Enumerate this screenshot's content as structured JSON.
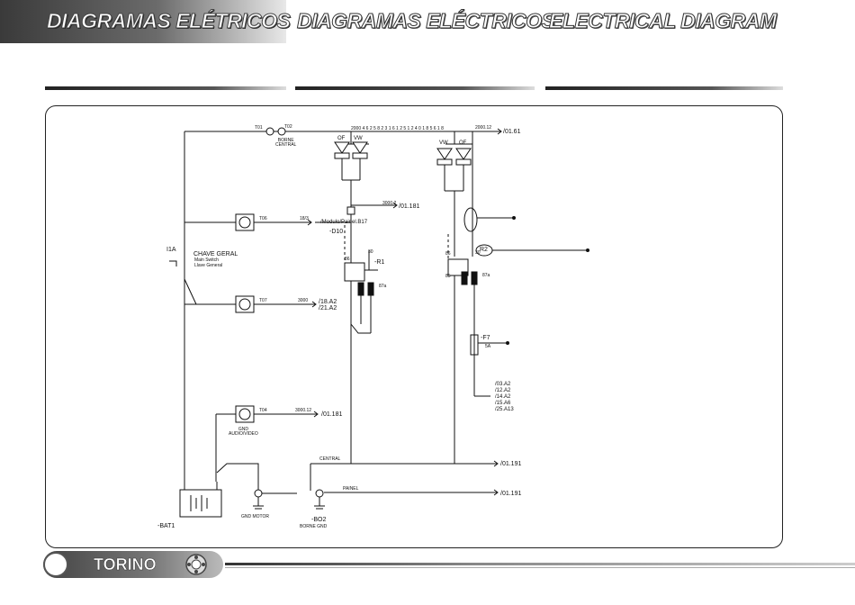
{
  "header": {
    "title_pt": "DIAGRAMAS ELÉTRICOS",
    "title_es": "DIAGRAMAS ELÉCTRICOS",
    "title_en": "ELECTRICAL DIAGRAM"
  },
  "diagram": {
    "top_wire": "2000 4 6 2 5 8 2 3 1 6 1 2 5 1 2 4 0 1 8 5 6 1 8",
    "top_wire_code": "2000.12",
    "ref_01_61": "/01.61",
    "borne_central": "BORNE\nCENTRAL",
    "pin_t02": "T02",
    "pin_t01": "T01",
    "relay_r1_of": "OF",
    "relay_r1_vw": "VW",
    "relay_r2_vw": "VW",
    "relay_r2_of": "OF",
    "fuse_3000": "3000.2",
    "ref_01_181_a": "/01.181",
    "modulo_painel": "/Modulo/Painel.B17",
    "d10": "-D10",
    "t06": "T06",
    "w_186": "18/3",
    "i1a": "I1A",
    "chave_geral": "CHAVE GERAL",
    "main_switch": "Main Switch",
    "llave_general": "Llave General",
    "r1": "-R1",
    "r2": "R2",
    "pin_86": "86",
    "pin_30": "30",
    "pin_85": "85",
    "pin_87": "87",
    "pin_87a": "87a",
    "t07": "T07",
    "w_3000": "3000",
    "ref_18_a2": "/18.A2",
    "ref_21_a2": "/21.A2",
    "f7": "-F7",
    "f7_amp": "5A",
    "refs_right": [
      "/03.A2",
      "/12.A2",
      "/14.A2",
      "/15.A6",
      "/25.A13"
    ],
    "t04": "T04",
    "w_3000_1": "3000.12",
    "ref_01_181_b": "/01.181",
    "gnd_audio": "GND\nAUDIO/VIDEO",
    "central_label": "CENTRAL",
    "ref_01_191_a": "/01.191",
    "painel_label": "PAINEL",
    "ref_01_191_b": "/01.191",
    "bat1": "-BAT1",
    "gnd_motor": "GND MOTOR",
    "bo2": "-BO2",
    "borne_gnd": "BORNE GND"
  },
  "footer": {
    "model": "TORINO"
  }
}
